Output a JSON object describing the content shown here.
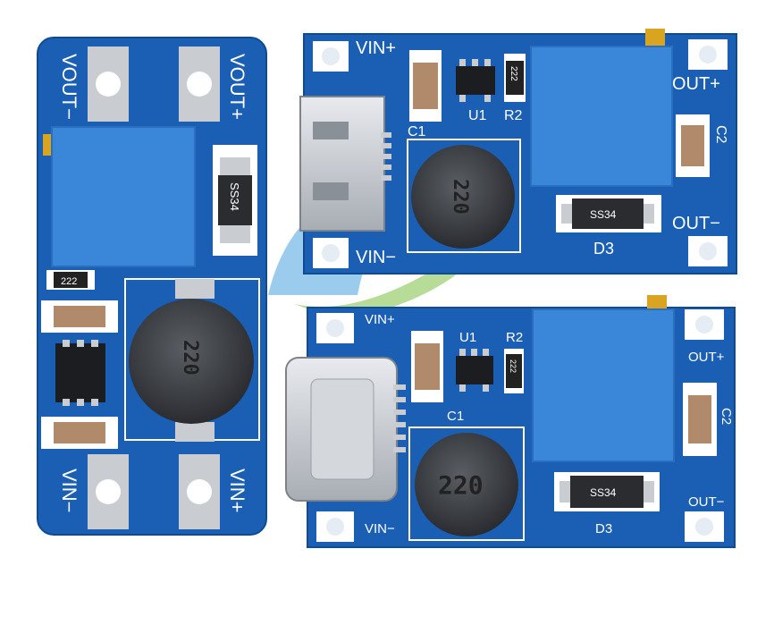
{
  "image": {
    "background": "#ffffff",
    "colors": {
      "pcb_blue": "#1a5fb4",
      "pcb_blue_dark": "#0f4a95",
      "trimmer_blue": "#3a86d8",
      "pad_silver": "#c9ccd1",
      "inductor_dark": "#3a3d42",
      "watermark_green": "#7cc043",
      "watermark_blue": "#4aa3e0"
    }
  },
  "board_vertical": {
    "labels": {
      "vout_minus": "VOUT−",
      "vout_plus": "VOUT+",
      "vin_minus": "VIN−",
      "vin_plus": "VIN+",
      "diode": "SS34",
      "resistor": "222",
      "inductor": "220"
    }
  },
  "board_micro_usb": {
    "labels": {
      "vin_plus": "VIN+",
      "vin_minus": "VIN−",
      "out_plus": "OUT+",
      "out_minus": "OUT−",
      "c1": "C1",
      "c2": "C2",
      "u1": "U1",
      "r2": "R2",
      "d3": "D3",
      "resistor": "222",
      "inductor": "220",
      "diode": "SS34"
    }
  },
  "board_type_c": {
    "labels": {
      "vin_plus": "VIN+",
      "vin_minus": "VIN−",
      "out_plus": "OUT+",
      "out_minus": "OUT−",
      "c1": "C1",
      "c2": "C2",
      "u1": "U1",
      "r2": "R2",
      "d3": "D3",
      "resistor": "222",
      "inductor": "220",
      "diode": "SS34"
    }
  }
}
